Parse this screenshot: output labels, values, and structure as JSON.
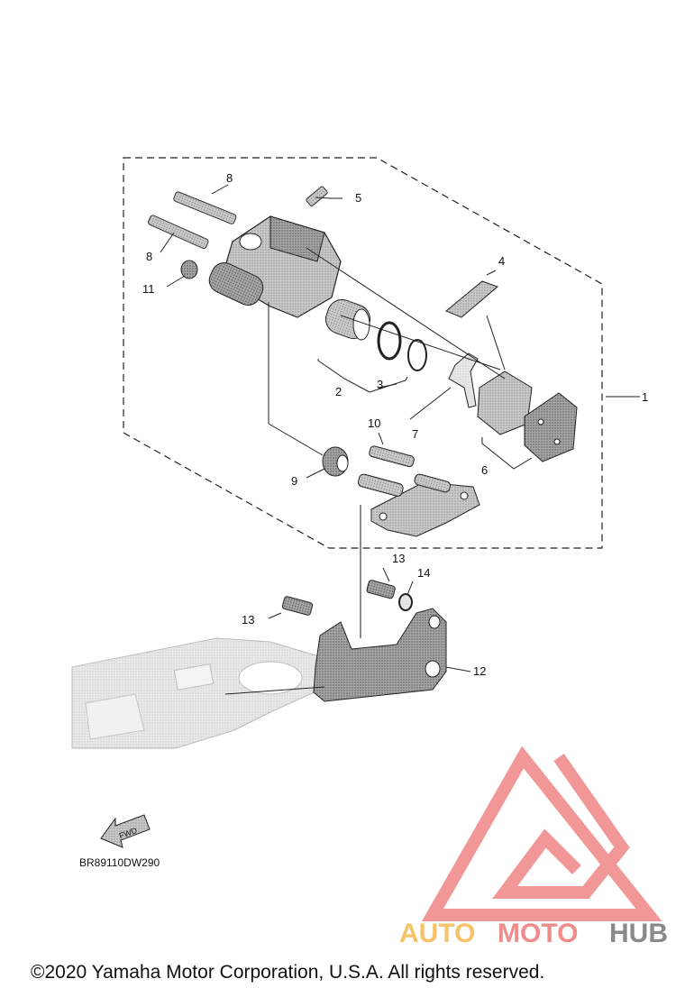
{
  "diagram": {
    "callouts": {
      "c1": "1",
      "c2": "2",
      "c3": "3",
      "c4": "4",
      "c5": "5",
      "c6": "6",
      "c7": "7",
      "c8a": "8",
      "c8b": "8",
      "c9": "9",
      "c10": "10",
      "c11": "11",
      "c12": "12",
      "c13a": "13",
      "c13b": "13",
      "c14": "14"
    },
    "fwd_label": "FWD",
    "diagram_code": "BR89110DW290",
    "copyright": "©2020 Yamaha Motor Corporation, U.S.A. All rights reserved."
  },
  "watermark": {
    "part1": "AUTO",
    "part2": "MOTO",
    "part3": "HUB",
    "colors": {
      "auto": "#f6c26a",
      "moto": "#f08c8c",
      "hub": "#8a8a8a",
      "triangle": "#f08c8c"
    }
  },
  "icons": [
    "fwd-arrow-icon",
    "automotohub-logo-icon"
  ]
}
